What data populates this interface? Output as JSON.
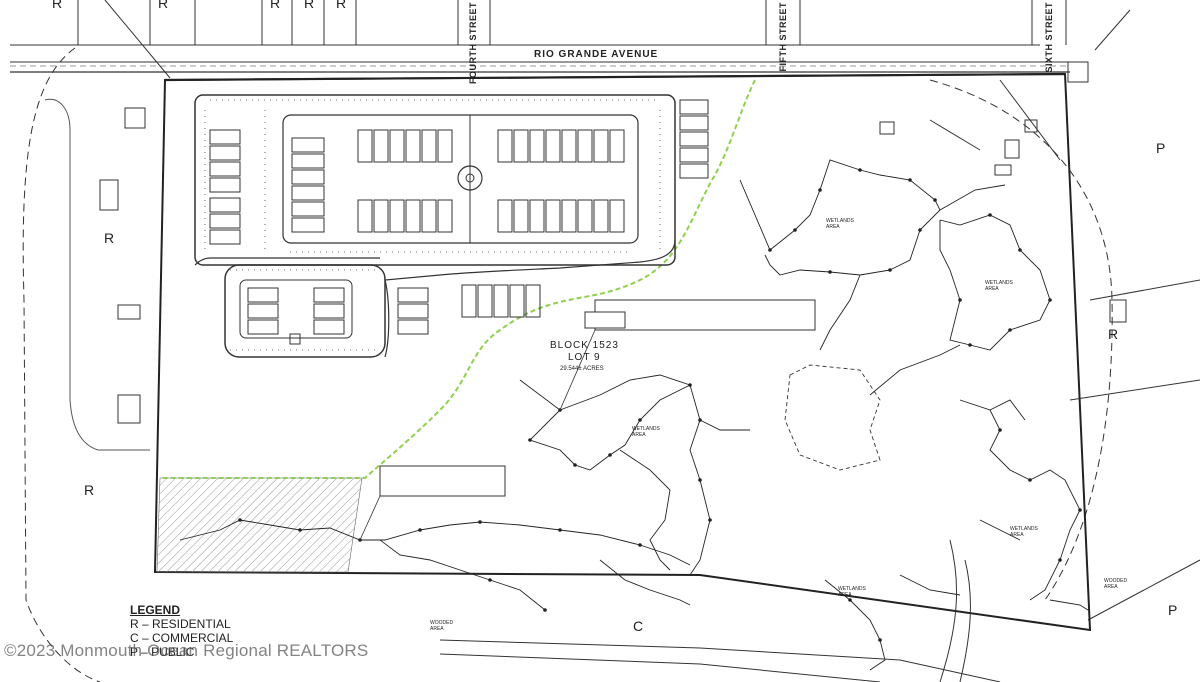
{
  "road": {
    "name": "RIO GRANDE AVENUE"
  },
  "streets": [
    "FOURTH STREET",
    "FIFTH STREET",
    "SIXTH STREET"
  ],
  "zones": [
    "R",
    "R",
    "R",
    "P",
    "P",
    "R",
    "C",
    "R",
    "R",
    "R",
    "R"
  ],
  "block": {
    "line1": "BLOCK 1523",
    "line2": "LOT 9",
    "acres": "29.544± ACRES"
  },
  "areas": {
    "wetlands": "WETLANDS AREA",
    "wooded": "WOODED AREA"
  },
  "legend": {
    "title": "LEGEND",
    "items": [
      "R  –  RESIDENTIAL",
      "C  –  COMMERCIAL",
      "P  –  PUBLIC"
    ]
  },
  "watermark": "©2023 Monmouth Ocean Regional REALTORS",
  "colors": {
    "line": "#2a2a2a",
    "boundary": "#8fd14f",
    "hatch": "#9a9a9a"
  }
}
